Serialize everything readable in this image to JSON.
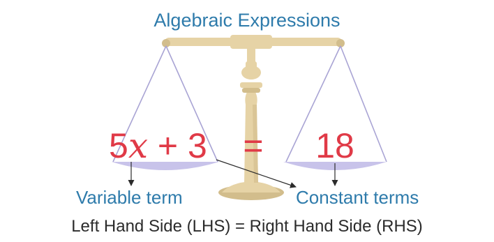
{
  "title": "Algebraic Expressions",
  "equation": {
    "lhs_coefficient": "5",
    "lhs_variable": "x",
    "lhs_rest": " + 3",
    "equals": "=",
    "rhs": "18"
  },
  "labels": {
    "variable_term": "Variable term",
    "constant_terms": "Constant terms"
  },
  "caption": "Left Hand Side (LHS) = Right Hand Side (RHS)",
  "colors": {
    "title": "#2e7bab",
    "labels": "#2e7bab",
    "equation": "#e03a47",
    "caption": "#2b2b2b",
    "scale_body": "#e6d3a6",
    "scale_shade": "#d2bd8c",
    "pan_fill": "#c8c3ea",
    "pan_lines": "#a9a4d4",
    "arrow": "#2b2b2b"
  }
}
